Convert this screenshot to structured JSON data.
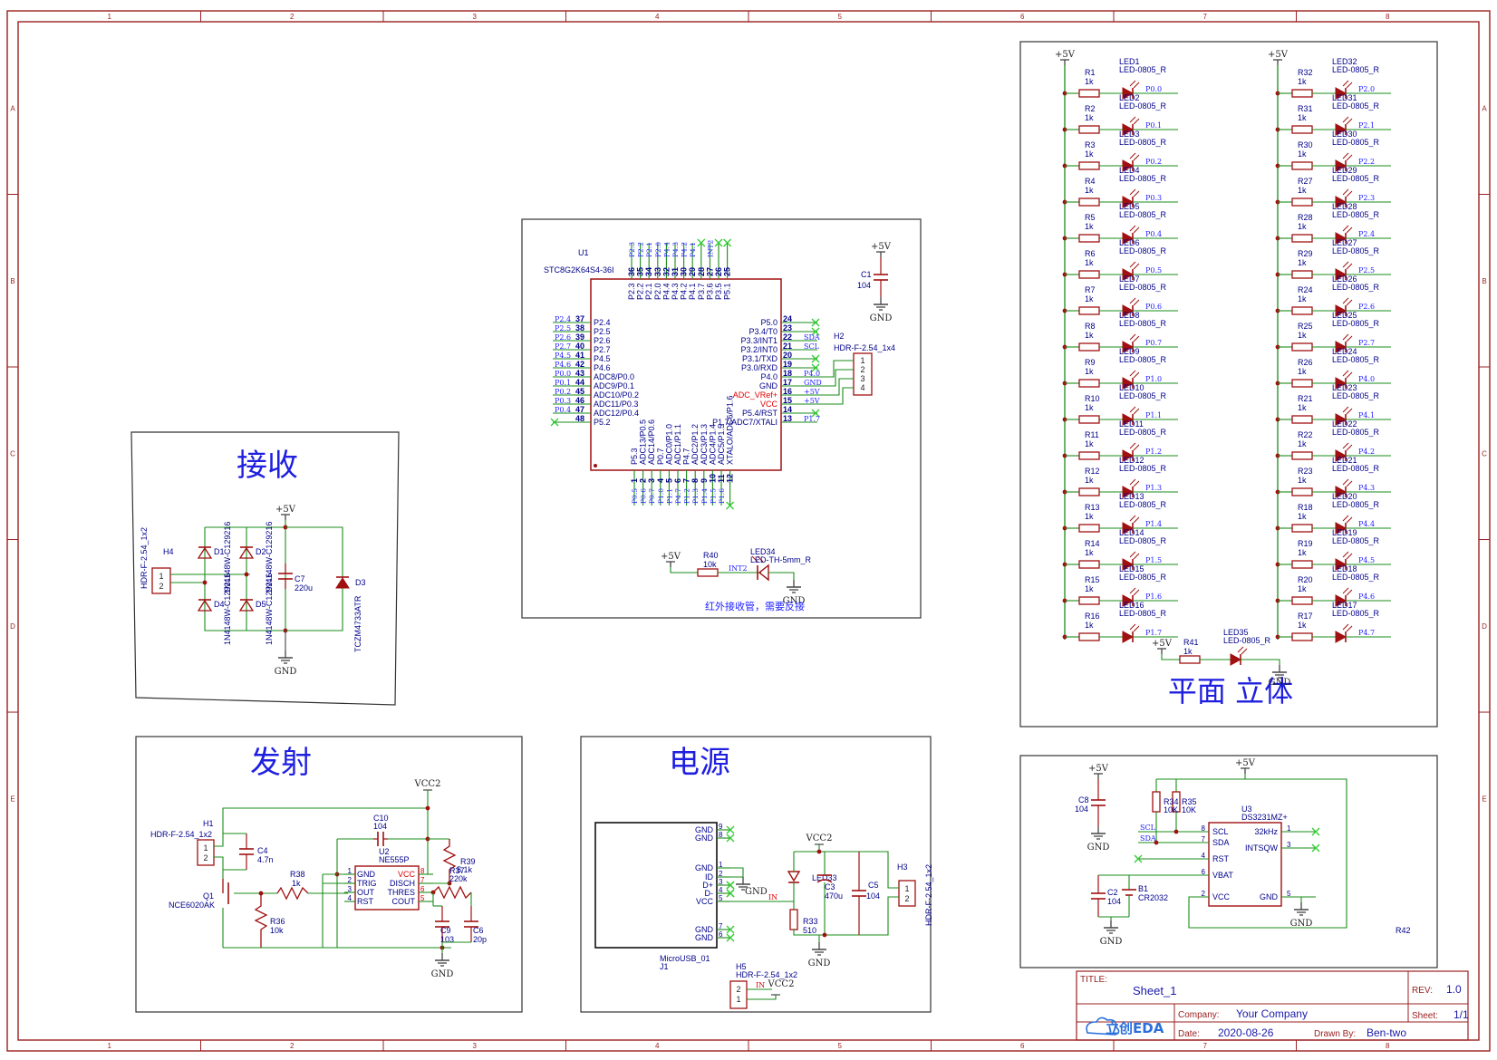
{
  "frame": {
    "col_labels": [
      "1",
      "2",
      "3",
      "4",
      "5",
      "6",
      "7",
      "8"
    ],
    "row_labels": [
      "A",
      "B",
      "C",
      "D",
      "E"
    ]
  },
  "blocks": {
    "receive": "接收",
    "transmit": "发射",
    "power": "电源",
    "planar": "平面 立体"
  },
  "mcu": {
    "ref": "U1",
    "part": "STC8G2K64S4-36I",
    "left_pins": [
      {
        "num": "37",
        "name": "P2.4",
        "net": "P2.4"
      },
      {
        "num": "38",
        "name": "P2.5",
        "net": "P2.5"
      },
      {
        "num": "39",
        "name": "P2.6",
        "net": "P2.6"
      },
      {
        "num": "40",
        "name": "P2.7",
        "net": "P2.7"
      },
      {
        "num": "41",
        "name": "P4.5",
        "net": "P4.5"
      },
      {
        "num": "42",
        "name": "P4.6",
        "net": "P4.6"
      },
      {
        "num": "43",
        "name": "ADC8/P0.0",
        "net": "P0.0"
      },
      {
        "num": "44",
        "name": "ADC9/P0.1",
        "net": "P0.1"
      },
      {
        "num": "45",
        "name": "ADC10/P0.2",
        "net": "P0.2"
      },
      {
        "num": "46",
        "name": "ADC11/P0.3",
        "net": "P0.3"
      },
      {
        "num": "47",
        "name": "ADC12/P0.4",
        "net": "P0.4"
      },
      {
        "num": "48",
        "name": "P5.2",
        "net": ""
      }
    ],
    "right_pins": [
      {
        "num": "24",
        "name": "P5.0",
        "net": ""
      },
      {
        "num": "23",
        "name": "P3.4/T0",
        "net": ""
      },
      {
        "num": "22",
        "name": "P3.3/INT1",
        "net": "SDA"
      },
      {
        "num": "21",
        "name": "P3.2/INT0",
        "net": "SCL"
      },
      {
        "num": "20",
        "name": "P3.1/TXD",
        "net": ""
      },
      {
        "num": "19",
        "name": "P3.0/RXD",
        "net": ""
      },
      {
        "num": "18",
        "name": "P4.0",
        "net": "P4.0"
      },
      {
        "num": "17",
        "name": "GND",
        "net": "GND"
      },
      {
        "num": "16",
        "name": "ADC_VRef+",
        "net": "+5V"
      },
      {
        "num": "15",
        "name": "VCC",
        "net": "+5V"
      },
      {
        "num": "14",
        "name": "P5.4/RST",
        "net": ""
      },
      {
        "num": "13",
        "name": "P1.7/ADC7/XTALI",
        "net": "P1.7"
      }
    ],
    "top_pins": [
      {
        "num": "36",
        "name": "P2.3",
        "net": "P2.3"
      },
      {
        "num": "35",
        "name": "P2.2",
        "net": "P2.2"
      },
      {
        "num": "34",
        "name": "P2.1",
        "net": "P2.1"
      },
      {
        "num": "33",
        "name": "P2.0",
        "net": "P2.0"
      },
      {
        "num": "32",
        "name": "P4.4",
        "net": "P4.4"
      },
      {
        "num": "31",
        "name": "P4.3",
        "net": "P4.3"
      },
      {
        "num": "30",
        "name": "P4.2",
        "net": "P4.2"
      },
      {
        "num": "29",
        "name": "P4.1",
        "net": "P4.1"
      },
      {
        "num": "28",
        "name": "P3.7",
        "net": ""
      },
      {
        "num": "27",
        "name": "P3.6",
        "net": "INT2"
      },
      {
        "num": "26",
        "name": "P3.5",
        "net": ""
      },
      {
        "num": "25",
        "name": "P5.1",
        "net": ""
      }
    ],
    "bottom_pins": [
      {
        "num": "1",
        "name": "P5.3",
        "net": "P0.5"
      },
      {
        "num": "2",
        "name": "ADC13/P0.5",
        "net": "P0.6"
      },
      {
        "num": "3",
        "name": "ADC14/P0.6",
        "net": "P0.7"
      },
      {
        "num": "4",
        "name": "P0.7",
        "net": "P1.0"
      },
      {
        "num": "5",
        "name": "ADC0/P1.0",
        "net": "P1.1"
      },
      {
        "num": "6",
        "name": "ADC1/P1.1",
        "net": "P4.7"
      },
      {
        "num": "7",
        "name": "P4.7",
        "net": "P1.2"
      },
      {
        "num": "8",
        "name": "ADC2/P1.2",
        "net": "P1.3"
      },
      {
        "num": "9",
        "name": "ADC3/P1.3",
        "net": "P1.4"
      },
      {
        "num": "10",
        "name": "ADC4/P1.4",
        "net": "P1.5"
      },
      {
        "num": "11",
        "name": "ADC5/P1.5",
        "net": "P1.6"
      },
      {
        "num": "12",
        "name": "XTALO/ADC6/P1.6",
        "net": ""
      }
    ],
    "c1_ref": "C1",
    "c1_val": "104",
    "vcc": "+5V",
    "gnd": "GND",
    "h2_ref": "H2",
    "h2_part": "HDR-F-2.54_1x4",
    "h2_pins": [
      "1",
      "2",
      "3",
      "4"
    ],
    "r40_ref": "R40",
    "r40_val": "10k",
    "int2": "INT2",
    "led34_ref": "LED34",
    "led34_part": "LED-TH-5mm_R",
    "ir_note": "红外接收管，需要反接"
  },
  "led_left": [
    {
      "r": "R1",
      "led": "LED1",
      "net": "P0.0"
    },
    {
      "r": "R2",
      "led": "LED2",
      "net": "P0.1"
    },
    {
      "r": "R3",
      "led": "LED3",
      "net": "P0.2"
    },
    {
      "r": "R4",
      "led": "LED4",
      "net": "P0.3"
    },
    {
      "r": "R5",
      "led": "LED5",
      "net": "P0.4"
    },
    {
      "r": "R6",
      "led": "LED6",
      "net": "P0.5"
    },
    {
      "r": "R7",
      "led": "LED7",
      "net": "P0.6"
    },
    {
      "r": "R8",
      "led": "LED8",
      "net": "P0.7"
    },
    {
      "r": "R9",
      "led": "LED9",
      "net": "P1.0"
    },
    {
      "r": "R10",
      "led": "LED10",
      "net": "P1.1"
    },
    {
      "r": "R11",
      "led": "LED11",
      "net": "P1.2"
    },
    {
      "r": "R12",
      "led": "LED12",
      "net": "P1.3"
    },
    {
      "r": "R13",
      "led": "LED13",
      "net": "P1.4"
    },
    {
      "r": "R14",
      "led": "LED14",
      "net": "P1.5"
    },
    {
      "r": "R15",
      "led": "LED15",
      "net": "P1.6"
    },
    {
      "r": "R16",
      "led": "LED16",
      "net": "P1.7"
    }
  ],
  "led_right": [
    {
      "r": "R32",
      "led": "LED32",
      "net": "P2.0"
    },
    {
      "r": "R31",
      "led": "LED31",
      "net": "P2.1"
    },
    {
      "r": "R30",
      "led": "LED30",
      "net": "P2.2"
    },
    {
      "r": "R27",
      "led": "LED29",
      "net": "P2.3"
    },
    {
      "r": "R28",
      "led": "LED28",
      "net": "P2.4"
    },
    {
      "r": "R29",
      "led": "LED27",
      "net": "P2.5"
    },
    {
      "r": "R24",
      "led": "LED26",
      "net": "P2.6"
    },
    {
      "r": "R25",
      "led": "LED25",
      "net": "P2.7"
    },
    {
      "r": "R26",
      "led": "LED24",
      "net": "P4.0"
    },
    {
      "r": "R21",
      "led": "LED23",
      "net": "P4.1"
    },
    {
      "r": "R22",
      "led": "LED22",
      "net": "P4.2"
    },
    {
      "r": "R23",
      "led": "LED21",
      "net": "P4.3"
    },
    {
      "r": "R18",
      "led": "LED20",
      "net": "P4.4"
    },
    {
      "r": "R19",
      "led": "LED19",
      "net": "P4.5"
    },
    {
      "r": "R20",
      "led": "LED18",
      "net": "P4.6"
    },
    {
      "r": "R17",
      "led": "LED17",
      "net": "P4.7"
    }
  ],
  "led_common": {
    "rval": "1k",
    "part": "LED-0805_R",
    "vcc": "+5V"
  },
  "led35": {
    "r": "R41",
    "rval": "1k",
    "led": "LED35",
    "part": "LED-0805_R",
    "vcc": "+5V",
    "gnd": "GND"
  },
  "receive": {
    "h4_ref": "H4",
    "h4_part": "HDR-F-2.54_1x2",
    "pins": [
      "1",
      "2"
    ],
    "vcc": "+5V",
    "gnd": "GND",
    "d1": "D1",
    "d2": "D2",
    "d4": "D4",
    "d5": "D5",
    "diode_part": "1N4148W-C129216",
    "c7_ref": "C7",
    "c7_val": "220u",
    "d3_ref": "D3",
    "d3_part": "TCZM4733ATR"
  },
  "transmit": {
    "h1_ref": "H1",
    "h1_part": "HDR-F-2.54_1x2",
    "pins": [
      "1",
      "2"
    ],
    "c4_ref": "C4",
    "c4_val": "4.7n",
    "q1_ref": "Q1",
    "q1_part": "NCE6020AK",
    "r38_ref": "R38",
    "r38_val": "1k",
    "r36_ref": "R36",
    "r36_val": "10k",
    "c10_ref": "C10",
    "c10_val": "104",
    "u2_ref": "U2",
    "u2_part": "NE555P",
    "u2_left": [
      "GND",
      "TRIG",
      "OUT",
      "RST"
    ],
    "u2_right": [
      "VCC",
      "DISCH",
      "THRES",
      "COUT"
    ],
    "u2_left_nums": [
      "1",
      "2",
      "3",
      "4"
    ],
    "u2_right_nums": [
      "8",
      "7",
      "6",
      "5"
    ],
    "vcc2": "VCC2",
    "r39_ref": "R39",
    "r39_val": "5.1k",
    "r37_ref": "R37",
    "r37_val": "220k",
    "c9_ref": "C9",
    "c9_val": "103",
    "c6_ref": "C6",
    "c6_val": "20p",
    "gnd": "GND"
  },
  "power": {
    "j1_ref": "J1",
    "j1_part": "MicroUSB_01",
    "j1_pins": [
      {
        "num": "9",
        "name": "GND"
      },
      {
        "num": "8",
        "name": "GND"
      },
      {
        "num": "1",
        "name": "GND"
      },
      {
        "num": "2",
        "name": "ID"
      },
      {
        "num": "3",
        "name": "D+"
      },
      {
        "num": "4",
        "name": "D-"
      },
      {
        "num": "5",
        "name": "VCC"
      },
      {
        "num": "7",
        "name": "GND"
      },
      {
        "num": "6",
        "name": "GND"
      }
    ],
    "gnd": "GND",
    "in": "IN",
    "vcc2": "VCC2",
    "led33_ref": "LED33",
    "c3_ref": "C3",
    "c3_val": "470u",
    "c5_ref": "C5",
    "c5_val": "104",
    "r33_ref": "R33",
    "r33_val": "510",
    "h3_ref": "H3",
    "h3_part": "HDR-F-2.54_1x2",
    "h3_pins": [
      "1",
      "2"
    ],
    "h5_ref": "H5",
    "h5_part": "HDR-F-2.54_1x2",
    "h5_pins": [
      "2",
      "1"
    ]
  },
  "rtc": {
    "vcc": "+5V",
    "gnd": "GND",
    "c8_ref": "C8",
    "c8_val": "104",
    "r34_ref": "R34",
    "r34_val": "10K",
    "r35_ref": "R35",
    "r35_val": "10K",
    "scl": "SCL",
    "sda": "SDA",
    "u3_ref": "U3",
    "u3_part": "DS3231MZ+",
    "u3_left": [
      {
        "num": "8",
        "name": "SCL"
      },
      {
        "num": "7",
        "name": "SDA"
      },
      {
        "num": "4",
        "name": "RST"
      },
      {
        "num": "6",
        "name": "VBAT"
      },
      {
        "num": "2",
        "name": "VCC"
      }
    ],
    "u3_right": [
      {
        "num": "1",
        "name": "32kHz"
      },
      {
        "num": "3",
        "name": "INTSQW"
      },
      {
        "num": "5",
        "name": "GND"
      }
    ],
    "c2_ref": "C2",
    "c2_val": "104",
    "b1_ref": "B1",
    "b1_part": "CR2032",
    "r42": "R42"
  },
  "title_block": {
    "title_label": "TITLE:",
    "title": "Sheet_1",
    "rev_label": "REV:",
    "rev": "1.0",
    "company_label": "Company:",
    "company": "Your Company",
    "sheet_label": "Sheet:",
    "sheet": "1/1",
    "date_label": "Date:",
    "date": "2020-08-26",
    "drawn_label": "Drawn By:",
    "drawn": "Ben-two",
    "logo": "立创EDA"
  },
  "colors": {
    "frame": "#9b2020",
    "wire": "#1a8c1a",
    "part": "#a01010",
    "label": "#00008b",
    "netlabel": "#2323ff",
    "text": "#0d0db0",
    "pin": "#c00000",
    "cross": "#33cc33",
    "ink": "#444444"
  }
}
